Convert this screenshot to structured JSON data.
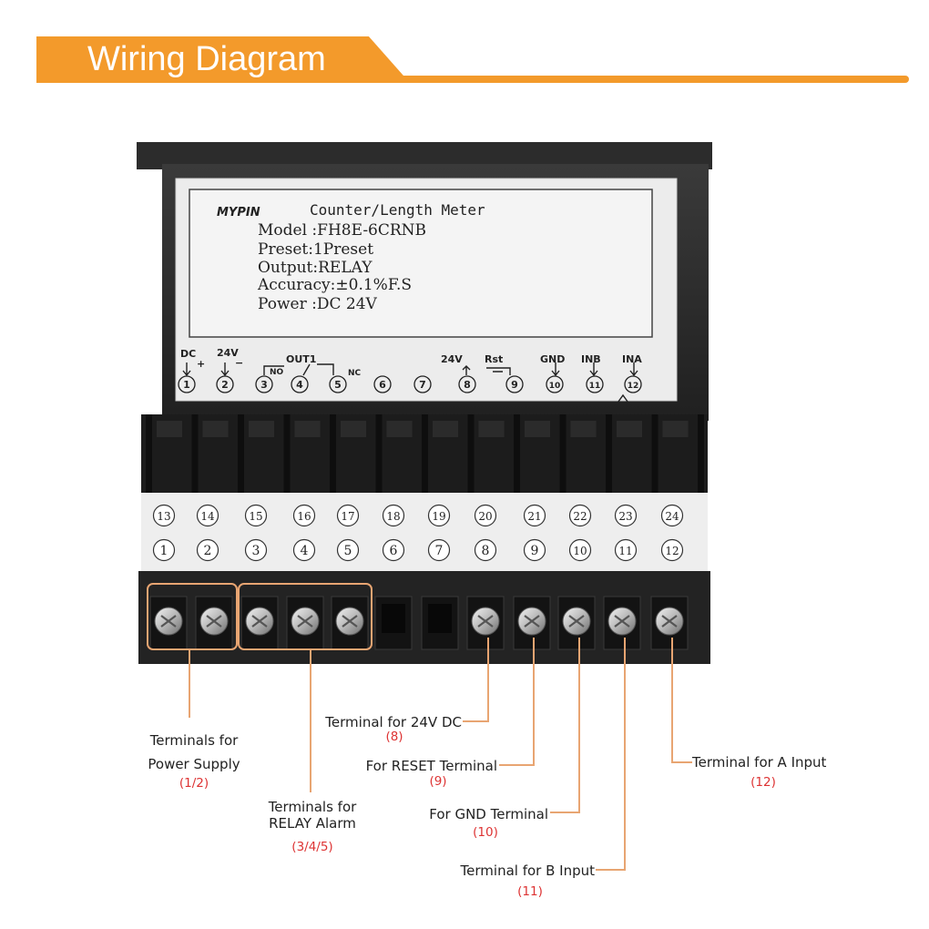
{
  "header": {
    "title": "Wiring Diagram"
  },
  "colors": {
    "accent": "#f39a2b",
    "callout_number": "#d33333"
  },
  "sticker": {
    "brand": "MYPIN",
    "title": "Counter/Length Meter",
    "lines": [
      "Model  :FH8E-6CRNB",
      "Preset:1Preset",
      "Output:RELAY",
      "Accuracy:±0.1%F.S",
      "Power  :DC 24V"
    ]
  },
  "schematic": {
    "dc": "DC",
    "v24": "24V",
    "plus": "+",
    "minus": "−",
    "out1": "OUT1",
    "no": "NO",
    "nc": "NC",
    "v24b": "24V",
    "rst": "Rst",
    "gnd": "GND",
    "inb": "INB",
    "ina": "INA",
    "numbers": [
      "1",
      "2",
      "3",
      "4",
      "5",
      "6",
      "7",
      "8",
      "9",
      "10",
      "11",
      "12"
    ]
  },
  "strip": {
    "top_numbers": [
      "13",
      "14",
      "15",
      "16",
      "17",
      "18",
      "19",
      "20",
      "21",
      "22",
      "23",
      "24"
    ],
    "bottom_numbers": [
      "1",
      "2",
      "3",
      "4",
      "5",
      "6",
      "7",
      "8",
      "9",
      "10",
      "11",
      "12"
    ]
  },
  "callouts": [
    {
      "label": "Terminals for\nPower Supply",
      "number": "(1/2)"
    },
    {
      "label": "Terminals for\nRELAY Alarm",
      "number": "(3/4/5)"
    },
    {
      "label": "Terminal for 24V DC",
      "number": "(8)"
    },
    {
      "label": "For RESET Terminal",
      "number": "(9)"
    },
    {
      "label": "For GND Terminal",
      "number": "(10)"
    },
    {
      "label": "Terminal for B Input",
      "number": "(11)"
    },
    {
      "label": "Terminal for A Input",
      "number": "(12)"
    }
  ]
}
